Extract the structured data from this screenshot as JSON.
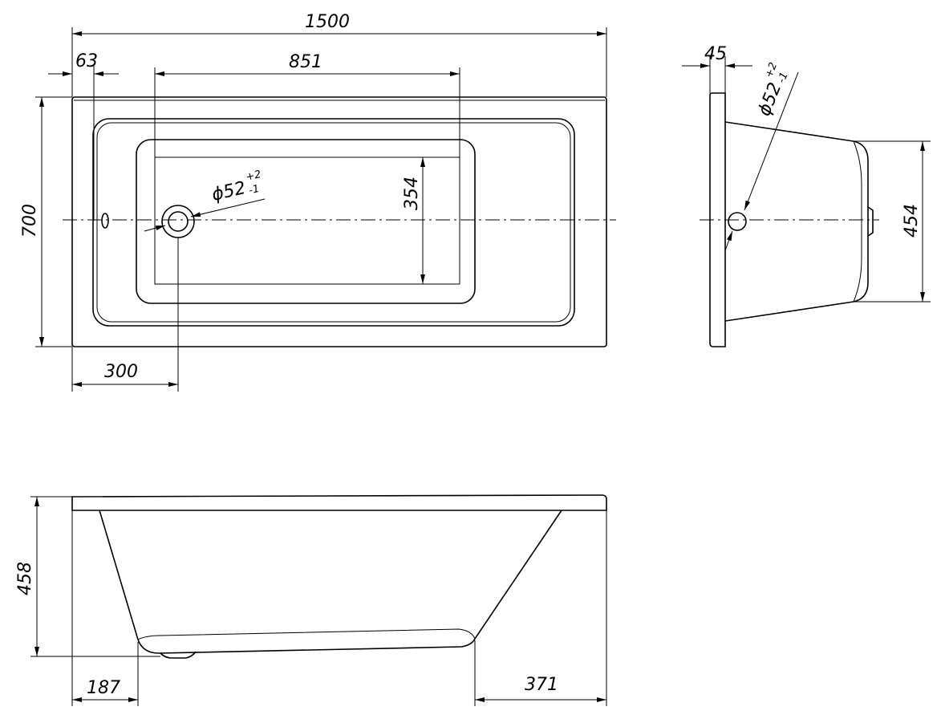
{
  "dimensions": {
    "total_length": "1500",
    "offset_left": "63",
    "inner_length": "851",
    "width": "700",
    "inner_width": "354",
    "drain_offset": "300",
    "rim_thickness": "45",
    "end_depth": "454",
    "height": "458",
    "bottom_left": "187",
    "bottom_right": "371"
  },
  "drain": {
    "symbol": "ϕ",
    "diameter": "52",
    "tol_plus": "+2",
    "tol_minus": "-1"
  }
}
